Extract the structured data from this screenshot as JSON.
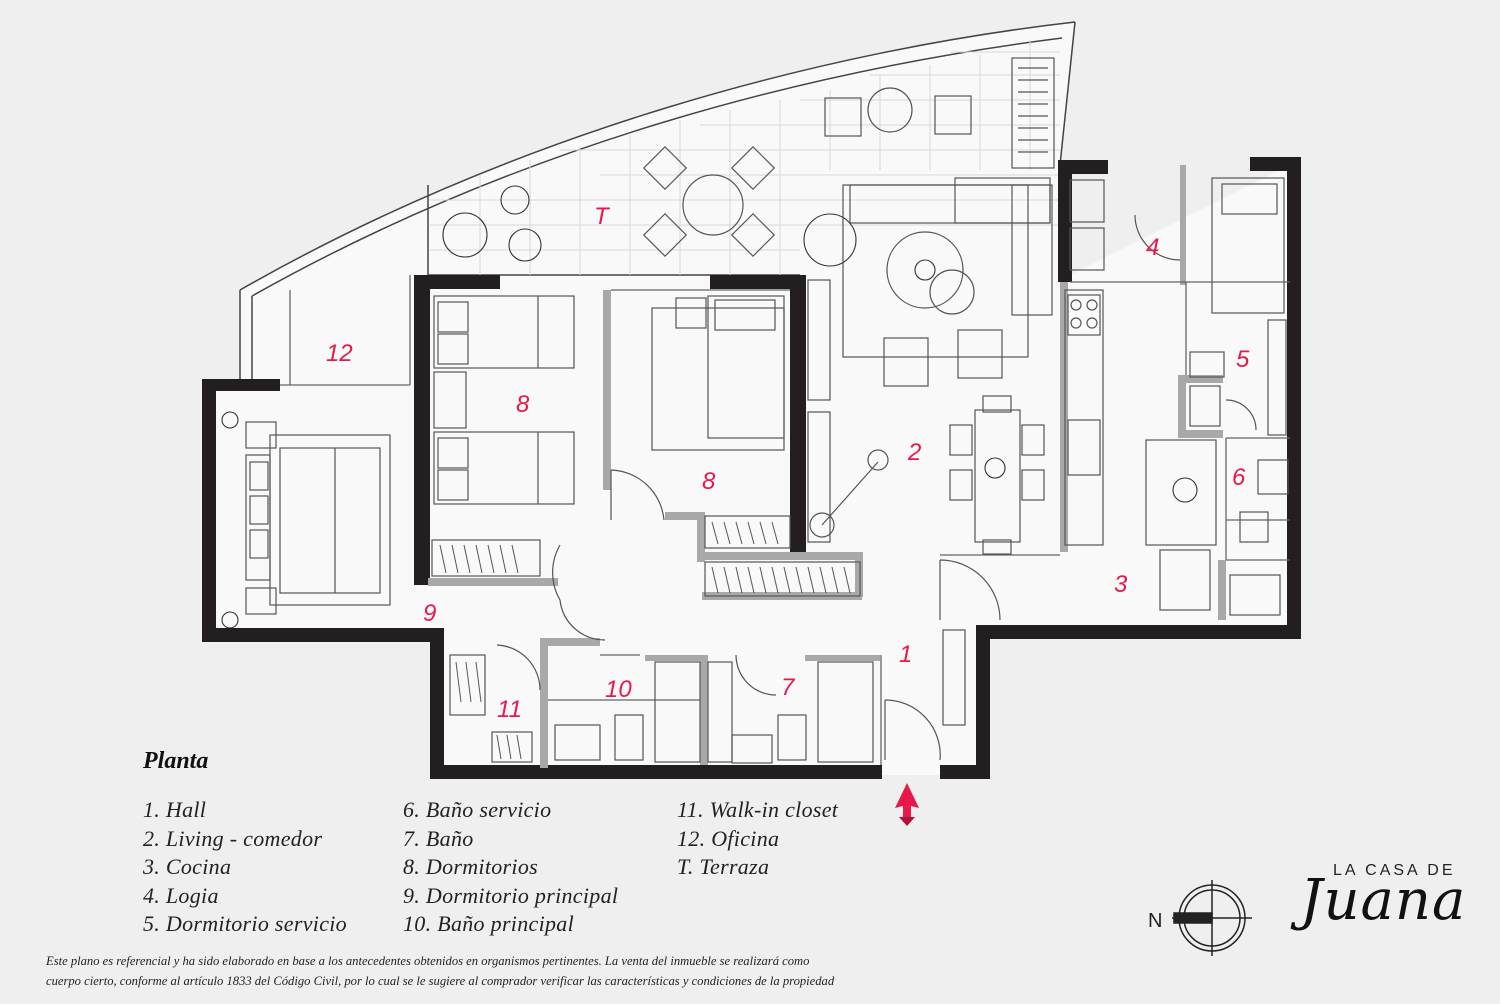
{
  "plan": {
    "rooms": [
      {
        "num": "1"
      },
      {
        "num": "2"
      },
      {
        "num": "3"
      },
      {
        "num": "4"
      },
      {
        "num": "5"
      },
      {
        "num": "6"
      },
      {
        "num": "7"
      },
      {
        "num": "8"
      },
      {
        "num": "8"
      },
      {
        "num": "9"
      },
      {
        "num": "10"
      },
      {
        "num": "11"
      },
      {
        "num": "12"
      },
      {
        "num": "T"
      }
    ],
    "entrance_icon": "entrance-arrow-icon",
    "compass": {
      "label": "N",
      "icon": "compass-icon"
    }
  },
  "legend": {
    "title": "Planta",
    "col1": [
      "1.  Hall",
      "2.  Living - comedor",
      "3.  Cocina",
      "4.  Logia",
      "5.  Dormitorio servicio"
    ],
    "col2": [
      "6.  Baño servicio",
      "7. Baño",
      "8. Dormitorios",
      "9. Dormitorio principal",
      "10. Baño principal"
    ],
    "col3": [
      "11. Walk-in closet",
      "12. Oficina",
      "T. Terraza"
    ]
  },
  "disclaimer": {
    "line1": "Este plano es referencial y ha sido elaborado en base a los antecedentes obtenidos en organismos pertinentes.  La venta del inmueble se realizará como",
    "line2": "cuerpo cierto, conforme al artículo 1833 del Código Civil, por lo cual se le sugiere al comprador verificar las características y condiciones de la propiedad"
  },
  "brand": {
    "top": "LA CASA DE",
    "script": "Juana",
    "icon": "brand-logo-icon"
  },
  "colors": {
    "wall": "#231f20",
    "accent": "#e8194a",
    "background": "#efefef",
    "line": "#555555"
  }
}
